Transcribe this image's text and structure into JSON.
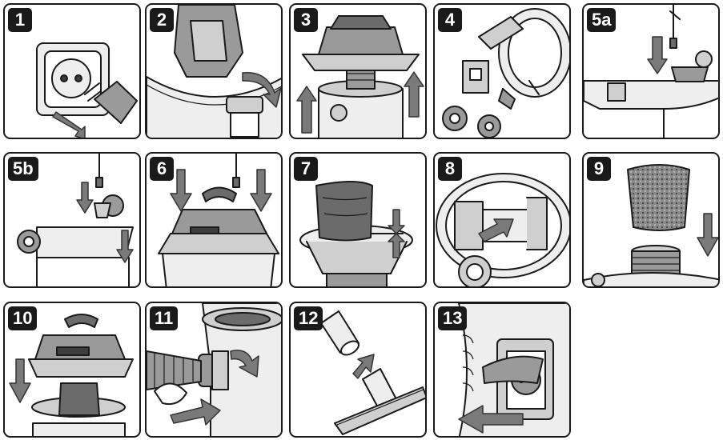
{
  "steps": [
    {
      "label": "1",
      "icon": "unplug-icon"
    },
    {
      "label": "2",
      "icon": "release-latch-icon"
    },
    {
      "label": "3",
      "icon": "lift-powerhead-icon"
    },
    {
      "label": "4",
      "icon": "accessories-icon"
    },
    {
      "label": "5a",
      "icon": "screw-icon"
    },
    {
      "label": "5b",
      "icon": "caster-screw-icon"
    },
    {
      "label": "6",
      "icon": "handle-screw-icon"
    },
    {
      "label": "7",
      "icon": "filter-bag-icon"
    },
    {
      "label": "8",
      "icon": "tank-inlet-icon"
    },
    {
      "label": "9",
      "icon": "foam-sleeve-icon"
    },
    {
      "label": "10",
      "icon": "lower-powerhead-icon"
    },
    {
      "label": "11",
      "icon": "hose-connect-icon"
    },
    {
      "label": "12",
      "icon": "nozzle-attach-icon"
    },
    {
      "label": "13",
      "icon": "cord-pull-icon"
    }
  ],
  "colors": {
    "outline": "#1a1a1a",
    "arrow": "#7a7a7a",
    "badge": "#1a1a1a"
  }
}
